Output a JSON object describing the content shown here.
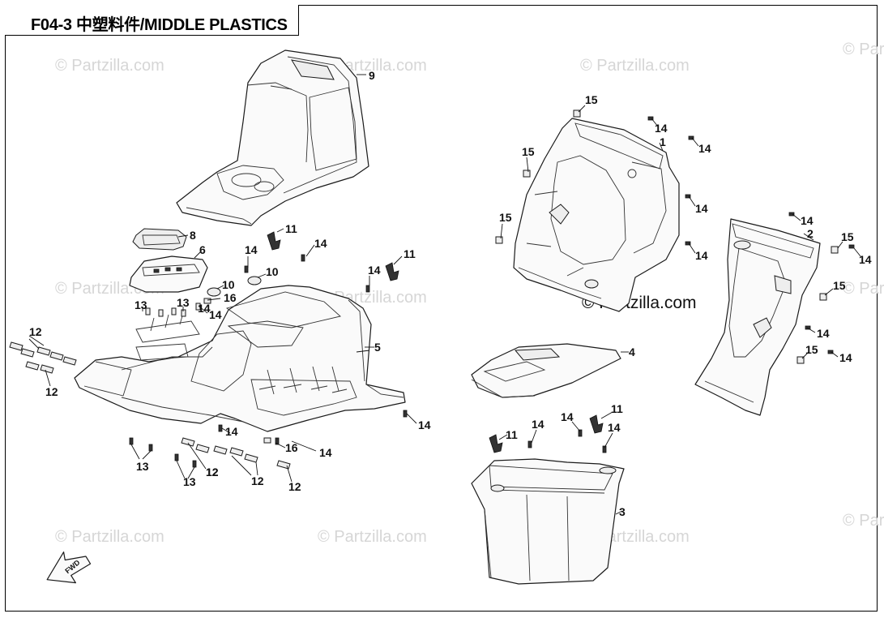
{
  "title": "F04-3 中塑料件/MIDDLE PLASTICS",
  "watermark": {
    "text": "© Partzilla.com",
    "strong_text": "© Partzilla.com"
  },
  "orientation": {
    "label": "FWD"
  },
  "callouts": [
    "9",
    "8",
    "6",
    "10",
    "10",
    "11",
    "14",
    "14",
    "14",
    "11",
    "13",
    "13",
    "14",
    "16",
    "14",
    "5",
    "12",
    "12",
    "12",
    "14",
    "13",
    "13",
    "12",
    "12",
    "12",
    "14",
    "16",
    "14",
    "15",
    "14",
    "1",
    "14",
    "15",
    "14",
    "15",
    "14",
    "14",
    "2",
    "15",
    "14",
    "15",
    "14",
    "15",
    "14",
    "4",
    "11",
    "11",
    "14",
    "14",
    "14",
    "3"
  ],
  "colors": {
    "line": "#1a1a1a",
    "watermark": "#d6d6d6",
    "background": "#ffffff"
  }
}
